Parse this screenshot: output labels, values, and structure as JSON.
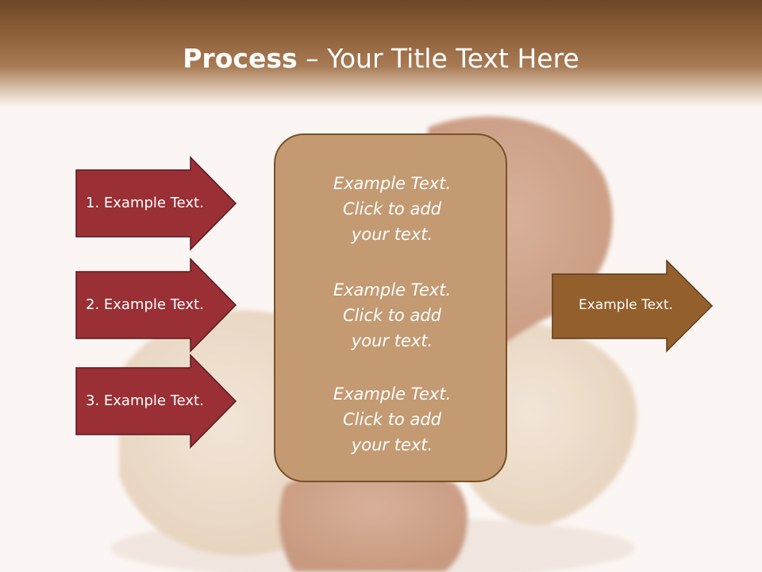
{
  "slide": {
    "title_bold": "Process",
    "title_rest": " – Your Title Text Here"
  },
  "left_arrows": [
    {
      "label": "1. Example Text."
    },
    {
      "label": "2. Example Text."
    },
    {
      "label": "3. Example Text."
    }
  ],
  "center_box": {
    "blocks": [
      {
        "line1": "Example Text.",
        "line2": "Click  to add",
        "line3": "your text."
      },
      {
        "line1": "Example Text.",
        "line2": "Click  to add",
        "line3": "your text."
      },
      {
        "line1": "Example Text.",
        "line2": "Click  to add",
        "line3": "your text."
      }
    ]
  },
  "right_arrow": {
    "label": "Example Text."
  },
  "colors": {
    "header_brown": "#8c5e38",
    "left_arrow_fill": "#9a2f35",
    "center_fill": "#c39a72",
    "right_arrow_fill": "#935f2d"
  }
}
